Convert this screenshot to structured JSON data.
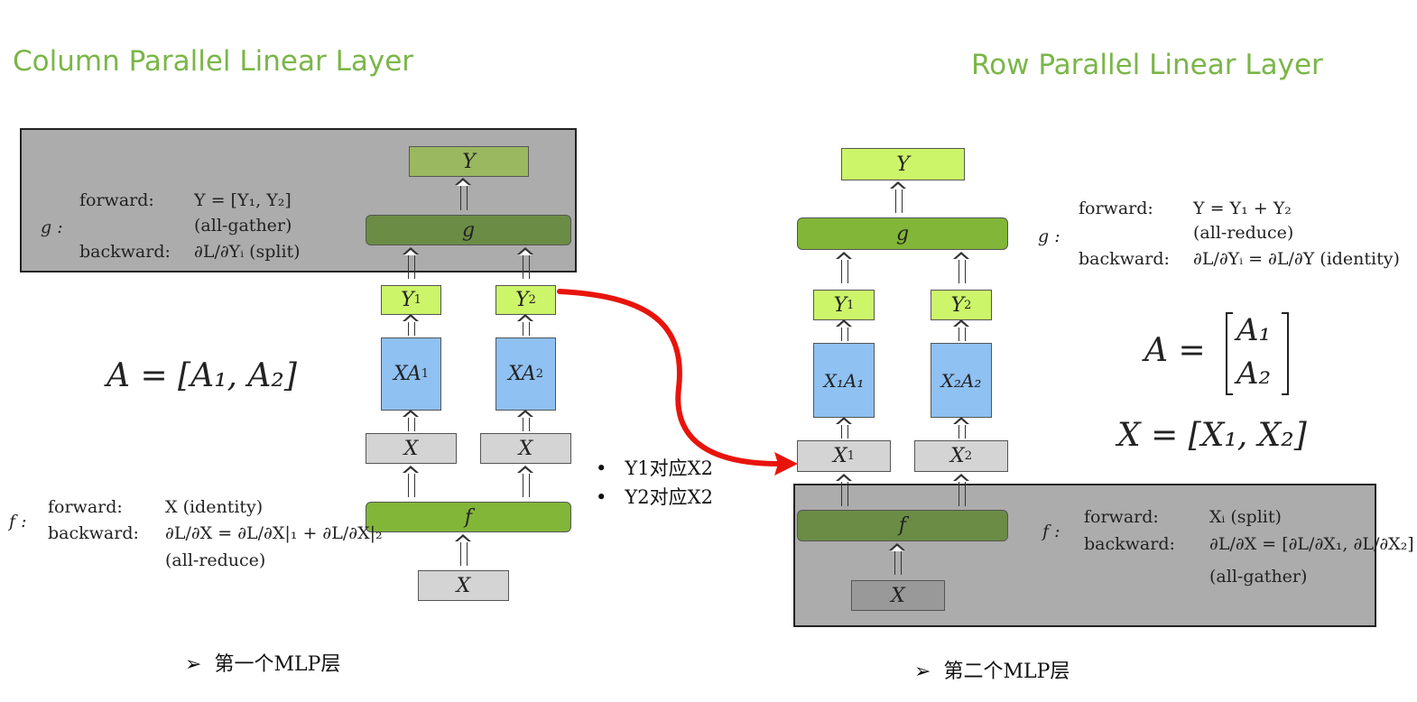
{
  "titles": {
    "column": "Column Parallel Linear Layer",
    "row": "Row Parallel Linear Layer"
  },
  "column": {
    "Y": "Y",
    "g": "g",
    "Y1": "Y",
    "Y1_sub": "1",
    "Y2": "Y",
    "Y2_sub": "2",
    "XA1": "XA",
    "XA1_sub": "1",
    "XA2": "XA",
    "XA2_sub": "2",
    "X_left": "X",
    "X_right": "X",
    "f": "f",
    "X_input": "X",
    "g_label": "g :",
    "g_forward_label": "forward:",
    "g_forward_value": "Y = [Y₁, Y₂]",
    "g_forward_note": "(all-gather)",
    "g_backward_label": "backward:",
    "g_backward_value": "∂L/∂Yᵢ (split)",
    "A_eq": "A = [A₁, A₂]",
    "f_label": "f :",
    "f_forward_label": "forward:",
    "f_forward_value": "X (identity)",
    "f_backward_label": "backward:",
    "f_backward_value": "∂L/∂X = ∂L/∂X|₁ + ∂L/∂X|₂",
    "f_backward_note": "(all-reduce)",
    "caption_marker": "➢",
    "caption": "第一个MLP层"
  },
  "row": {
    "Y": "Y",
    "g": "g",
    "Y1": "Y",
    "Y1_sub": "1",
    "Y2": "Y",
    "Y2_sub": "2",
    "X1A1": "X₁A₁",
    "X2A2": "X₂A₂",
    "X1": "X",
    "X1_sub": "1",
    "X2": "X",
    "X2_sub": "2",
    "f": "f",
    "X_input": "X",
    "g_label": "g :",
    "g_forward_label": "forward:",
    "g_forward_value": "Y = Y₁ + Y₂",
    "g_forward_note": "(all-reduce)",
    "g_backward_label": "backward:",
    "g_backward_value": "∂L/∂Yᵢ = ∂L/∂Y (identity)",
    "A_eq_lhs": "A =",
    "A_row1": "A₁",
    "A_row2": "A₂",
    "X_eq": "X = [X₁, X₂]",
    "f_label": "f :",
    "f_forward_label": "forward:",
    "f_forward_value": "Xᵢ (split)",
    "f_backward_label": "backward:",
    "f_backward_value": "∂L/∂X = [∂L/∂X₁, ∂L/∂X₂]",
    "f_backward_note": "(all-gather)",
    "caption_marker": "➢",
    "caption": "第二个MLP层"
  },
  "notes": [
    "Y1对应X2",
    "Y2对应X2"
  ],
  "colors": {
    "title_green": "#7ab648",
    "panel_grey": "#acacac",
    "output_light": "#ccf56a",
    "output_dark": "#9ab860",
    "op_green": "#82b638",
    "op_dark": "#6b8c45",
    "matmul_blue": "#8fc1f2",
    "input_grey": "#d4d4d4",
    "connector_red": "#e8140c"
  }
}
